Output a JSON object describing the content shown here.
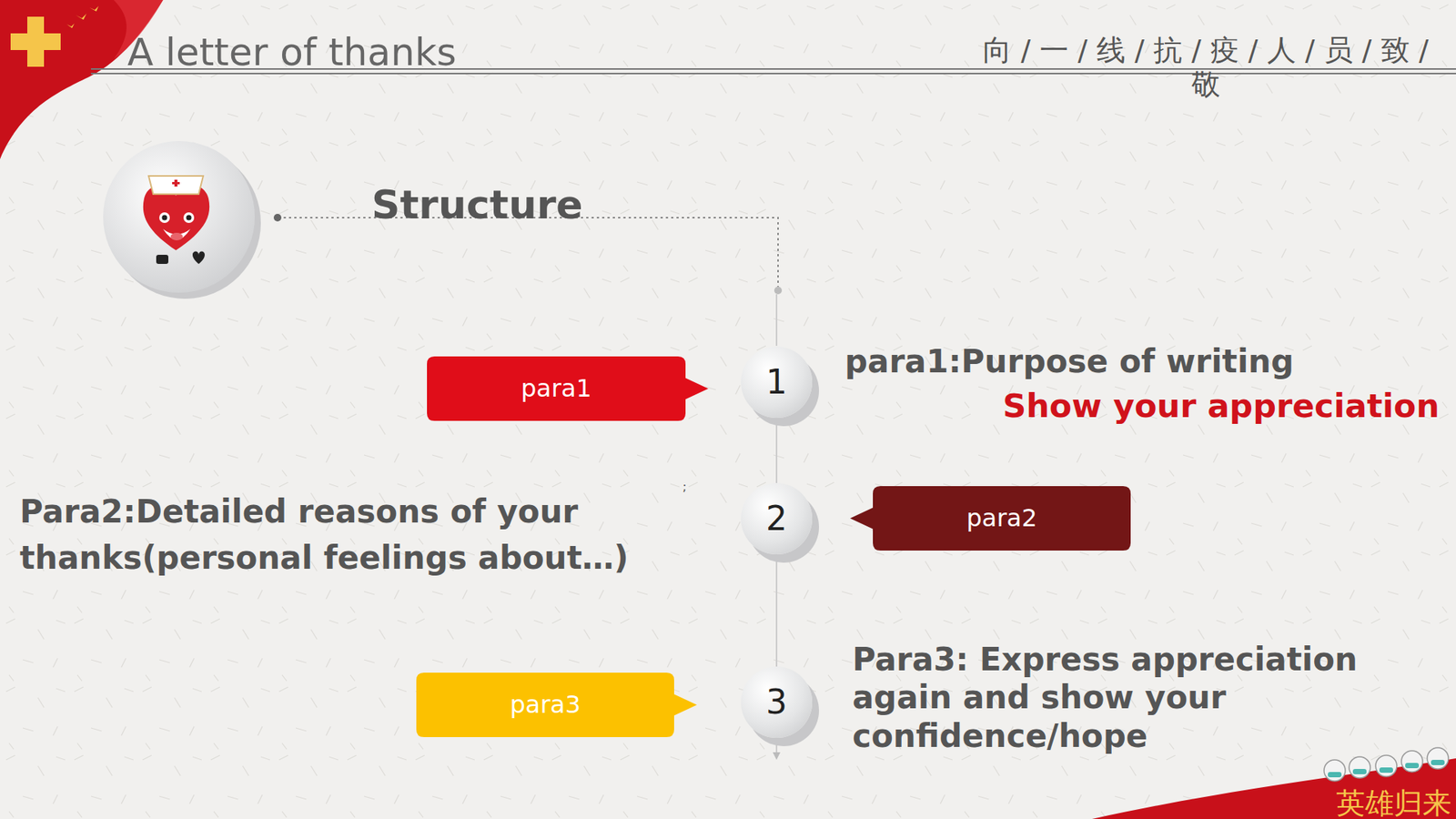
{
  "diagram": {
    "title": "A letter of thanks",
    "nodes": [
      {
        "text": [
          "para1"
        ]
      },
      {
        "text": [
          "1"
        ]
      },
      {
        "text": [
          "2"
        ]
      },
      {
        "text": [
          "para2"
        ]
      },
      {
        "text": [
          "para3"
        ]
      },
      {
        "text": [
          "3"
        ]
      }
    ],
    "edges": [
      {
        "from": 1,
        "to": 2,
        "arrow": "none"
      },
      {
        "from": 2,
        "to": 5,
        "arrow": "none"
      }
    ],
    "labels": [
      "向 / 一 / 线 / 抗 / 疫 / 人 / 员 / 致 / 敬",
      "Structure",
      "para1:Purpose of writing",
      "Show your appreciation",
      ";",
      "Para2:Detailed reasons of your thanks(personal feelings about…)",
      "Para3: Express appreciation again and show your confidence/hope",
      "英雄归来"
    ]
  }
}
